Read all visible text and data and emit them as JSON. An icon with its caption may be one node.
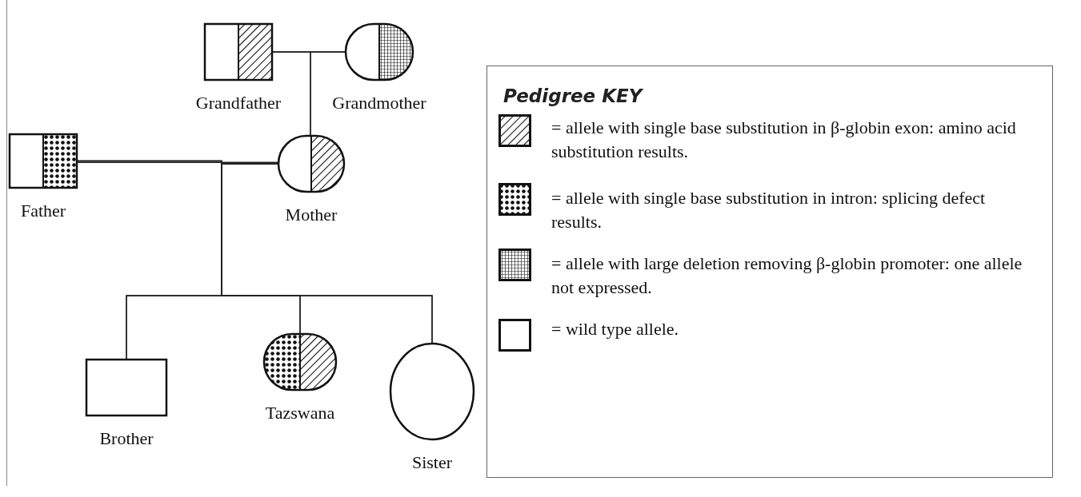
{
  "diagram": {
    "nodes": [
      {
        "text": [
          "Grandfather"
        ]
      },
      {
        "text": [
          "Grandmother"
        ]
      },
      {
        "text": [
          "Father"
        ]
      },
      {
        "text": [
          "Mother"
        ]
      },
      {
        "text": [
          "Brother"
        ]
      },
      {
        "text": [
          "Tazswana"
        ]
      },
      {
        "text": [
          "Sister"
        ]
      }
    ],
    "edges": [
      {
        "from": 0,
        "to": 1,
        "arrow": "none"
      },
      {
        "from": 0,
        "to": 3,
        "arrow": "none"
      },
      {
        "from": 1,
        "to": 3,
        "arrow": "none"
      },
      {
        "from": 2,
        "to": 3,
        "arrow": "none"
      },
      {
        "from": 2,
        "to": 4,
        "arrow": "none"
      },
      {
        "from": 3,
        "to": 4,
        "arrow": "none"
      },
      {
        "from": 2,
        "to": 5,
        "arrow": "none"
      },
      {
        "from": 3,
        "to": 5,
        "arrow": "none"
      },
      {
        "from": 2,
        "to": 6,
        "arrow": "none"
      },
      {
        "from": 3,
        "to": 6,
        "arrow": "none"
      }
    ],
    "labels": [
      "Pedigree KEY"
    ],
    "legend": [
      {
        "text": "= allele with single base substitution in β-globin exon: amino acid substitution results."
      },
      {
        "text": "= allele with single base substitution in intron: splicing defect results."
      },
      {
        "text": "= allele with large deletion removing β-globin promoter: one allele not expressed."
      },
      {
        "text": "= wild type allele."
      }
    ]
  }
}
